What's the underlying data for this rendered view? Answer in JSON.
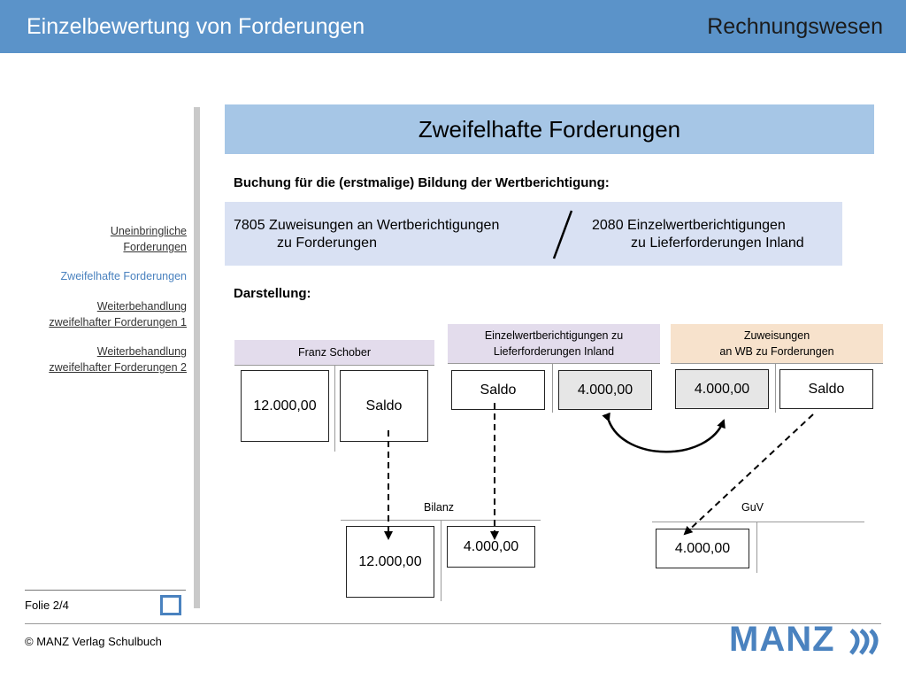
{
  "header": {
    "title": "Einzelbewertung von Forderungen",
    "subject": "Rechnungswesen",
    "bg_color": "#5b93c9"
  },
  "nav": [
    {
      "line1": "Uneinbringliche",
      "line2": "Forderungen",
      "active": false
    },
    {
      "line1": "Zweifelhafte Forderungen",
      "line2": "",
      "active": true
    },
    {
      "line1": "Weiterbehandlung",
      "line2": "zweifelhafter Forderungen 1",
      "active": false
    },
    {
      "line1": "Weiterbehandlung",
      "line2": "zweifelhafter Forderungen 2",
      "active": false
    }
  ],
  "slide_title": "Zweifelhafte Forderungen",
  "booking_heading": "Buchung für die (erstmalige) Bildung der Wertberichtigung:",
  "booking": {
    "debit_line1": "7805  Zuweisungen an Wertberichtigungen",
    "debit_line2": "zu Forderungen",
    "credit_line1": "2080 Einzelwertberichtigungen",
    "credit_line2": "zu Lieferforderungen Inland"
  },
  "darstellung": "Darstellung:",
  "accounts": {
    "franz": {
      "title": "Franz Schober",
      "left": "12.000,00",
      "right": "Saldo",
      "head_color": "#e3dcec"
    },
    "ewb": {
      "title_line1": "Einzelwertberichtigungen zu",
      "title_line2": "Lieferforderungen Inland",
      "left": "Saldo",
      "right": "4.000,00",
      "head_color": "#e3dcec"
    },
    "zuw": {
      "title_line1": "Zuweisungen",
      "title_line2": "an WB zu Forderungen",
      "left": "4.000,00",
      "right": "Saldo",
      "head_color": "#f7e2cc"
    },
    "bilanz": {
      "title": "Bilanz",
      "left": "12.000,00",
      "right": "4.000,00"
    },
    "guv": {
      "title": "GuV",
      "left": "4.000,00"
    }
  },
  "footer": {
    "folie": "Folie 2/4",
    "copyright": "© MANZ Verlag Schulbuch",
    "logo": "MANZ",
    "logo_color": "#4a82bf"
  }
}
